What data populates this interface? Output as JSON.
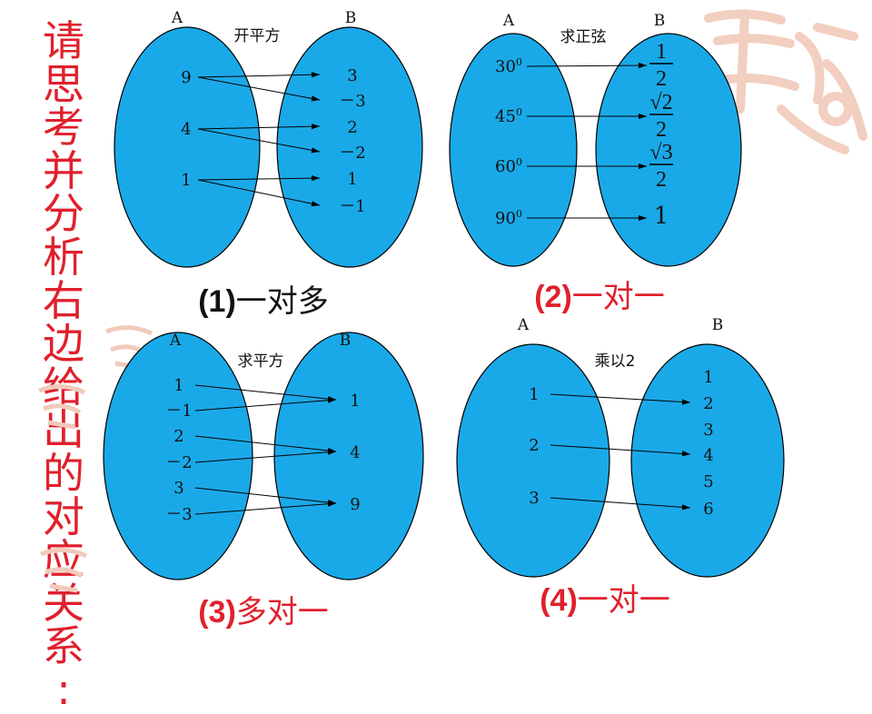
{
  "side_title": [
    "请",
    "思",
    "考",
    "并",
    "分",
    "析",
    "右",
    "边",
    "给",
    "出",
    "的",
    "对",
    "应",
    "关",
    "系",
    ":"
  ],
  "colors": {
    "ellipse_fill": "#1aa9e8",
    "ellipse_stroke": "#000000",
    "red": "#e0202c",
    "black": "#111111",
    "watermark": "#f0c9b8"
  },
  "panels": [
    {
      "set_a_label": "A",
      "set_b_label": "B",
      "rule": "开平方",
      "a_items": [
        "9",
        "4",
        "1"
      ],
      "b_items": [
        "3",
        "－3",
        "2",
        "－2",
        "1",
        "－1"
      ],
      "mappings": [
        [
          0,
          0
        ],
        [
          0,
          1
        ],
        [
          1,
          2
        ],
        [
          1,
          3
        ],
        [
          2,
          4
        ],
        [
          2,
          5
        ]
      ],
      "caption_num": "(1)",
      "caption_text": "一对多",
      "caption_color": "#111111"
    },
    {
      "set_a_label": "A",
      "set_b_label": "B",
      "rule": "求正弦",
      "a_items": [
        "30",
        "45",
        "60",
        "90"
      ],
      "a_item_sup": "0",
      "b_items": [
        "1/2",
        "√2/2",
        "√3/2",
        "1"
      ],
      "mappings": [
        [
          0,
          0
        ],
        [
          1,
          1
        ],
        [
          2,
          2
        ],
        [
          3,
          3
        ]
      ],
      "caption_num": "(2)",
      "caption_text": "一对一",
      "caption_color": "#e0202c"
    },
    {
      "set_a_label": "A",
      "set_b_label": "B",
      "rule": "求平方",
      "a_items": [
        "1",
        "－1",
        "2",
        "－2",
        "3",
        "－3"
      ],
      "b_items": [
        "1",
        "4",
        "9"
      ],
      "mappings": [
        [
          0,
          0
        ],
        [
          1,
          0
        ],
        [
          2,
          1
        ],
        [
          3,
          1
        ],
        [
          4,
          2
        ],
        [
          5,
          2
        ]
      ],
      "caption_num": "(3)",
      "caption_text": "多对一",
      "caption_color": "#e0202c"
    },
    {
      "set_a_label": "A",
      "set_b_label": "B",
      "rule": "乘以2",
      "a_items": [
        "1",
        "2",
        "3"
      ],
      "b_items": [
        "1",
        "2",
        "3",
        "4",
        "5",
        "6"
      ],
      "mappings": [
        [
          0,
          1
        ],
        [
          1,
          3
        ],
        [
          2,
          5
        ]
      ],
      "caption_num": "(4)",
      "caption_text": "一对一",
      "caption_color": "#e0202c"
    }
  ]
}
